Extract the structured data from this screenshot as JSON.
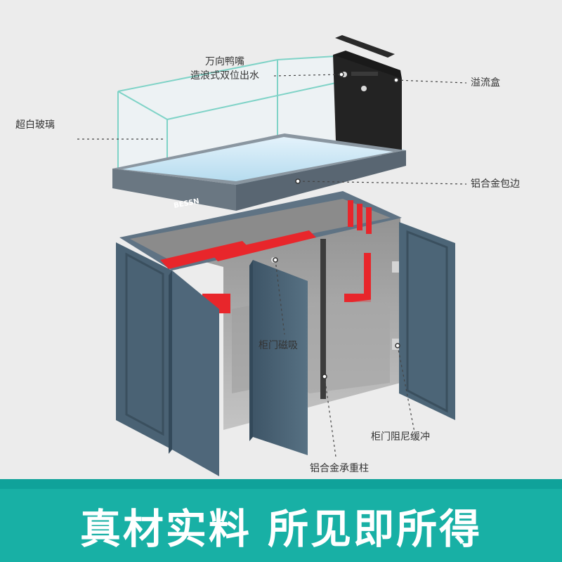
{
  "brand": "BESSN",
  "callouts": {
    "nozzle_line1": "万向鸭嘴",
    "nozzle_line2": "造浪式双位出水",
    "glass": "超白玻璃",
    "overflow_box": "溢流盒",
    "edge_trim": "铝合金包边",
    "magnetic_door": "柜门磁吸",
    "damper": "柜门阻尼缓冲",
    "pillar": "铝合金承重柱"
  },
  "slogan": "真材实料 所见即所得",
  "colors": {
    "banner": "#18b0a5",
    "cabinet": "#4c6577",
    "pipe": "#e8262b"
  }
}
